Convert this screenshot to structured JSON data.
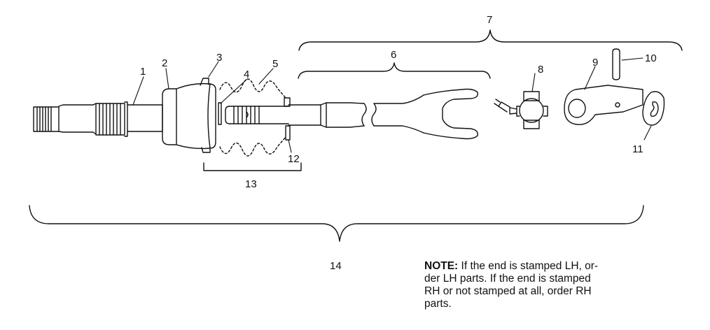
{
  "callouts": {
    "c1": "1",
    "c2": "2",
    "c3": "3",
    "c4": "4",
    "c5": "5",
    "c6": "6",
    "c7": "7",
    "c8": "8",
    "c9": "9",
    "c10": "10",
    "c11": "11",
    "c12": "12",
    "c13": "13",
    "c14": "14"
  },
  "note": {
    "label": "NOTE:",
    "text": "  If the end is stamped LH, or-\nder LH parts.  If the end is stamped\nRH or not stamped at all, order RH\nparts."
  }
}
